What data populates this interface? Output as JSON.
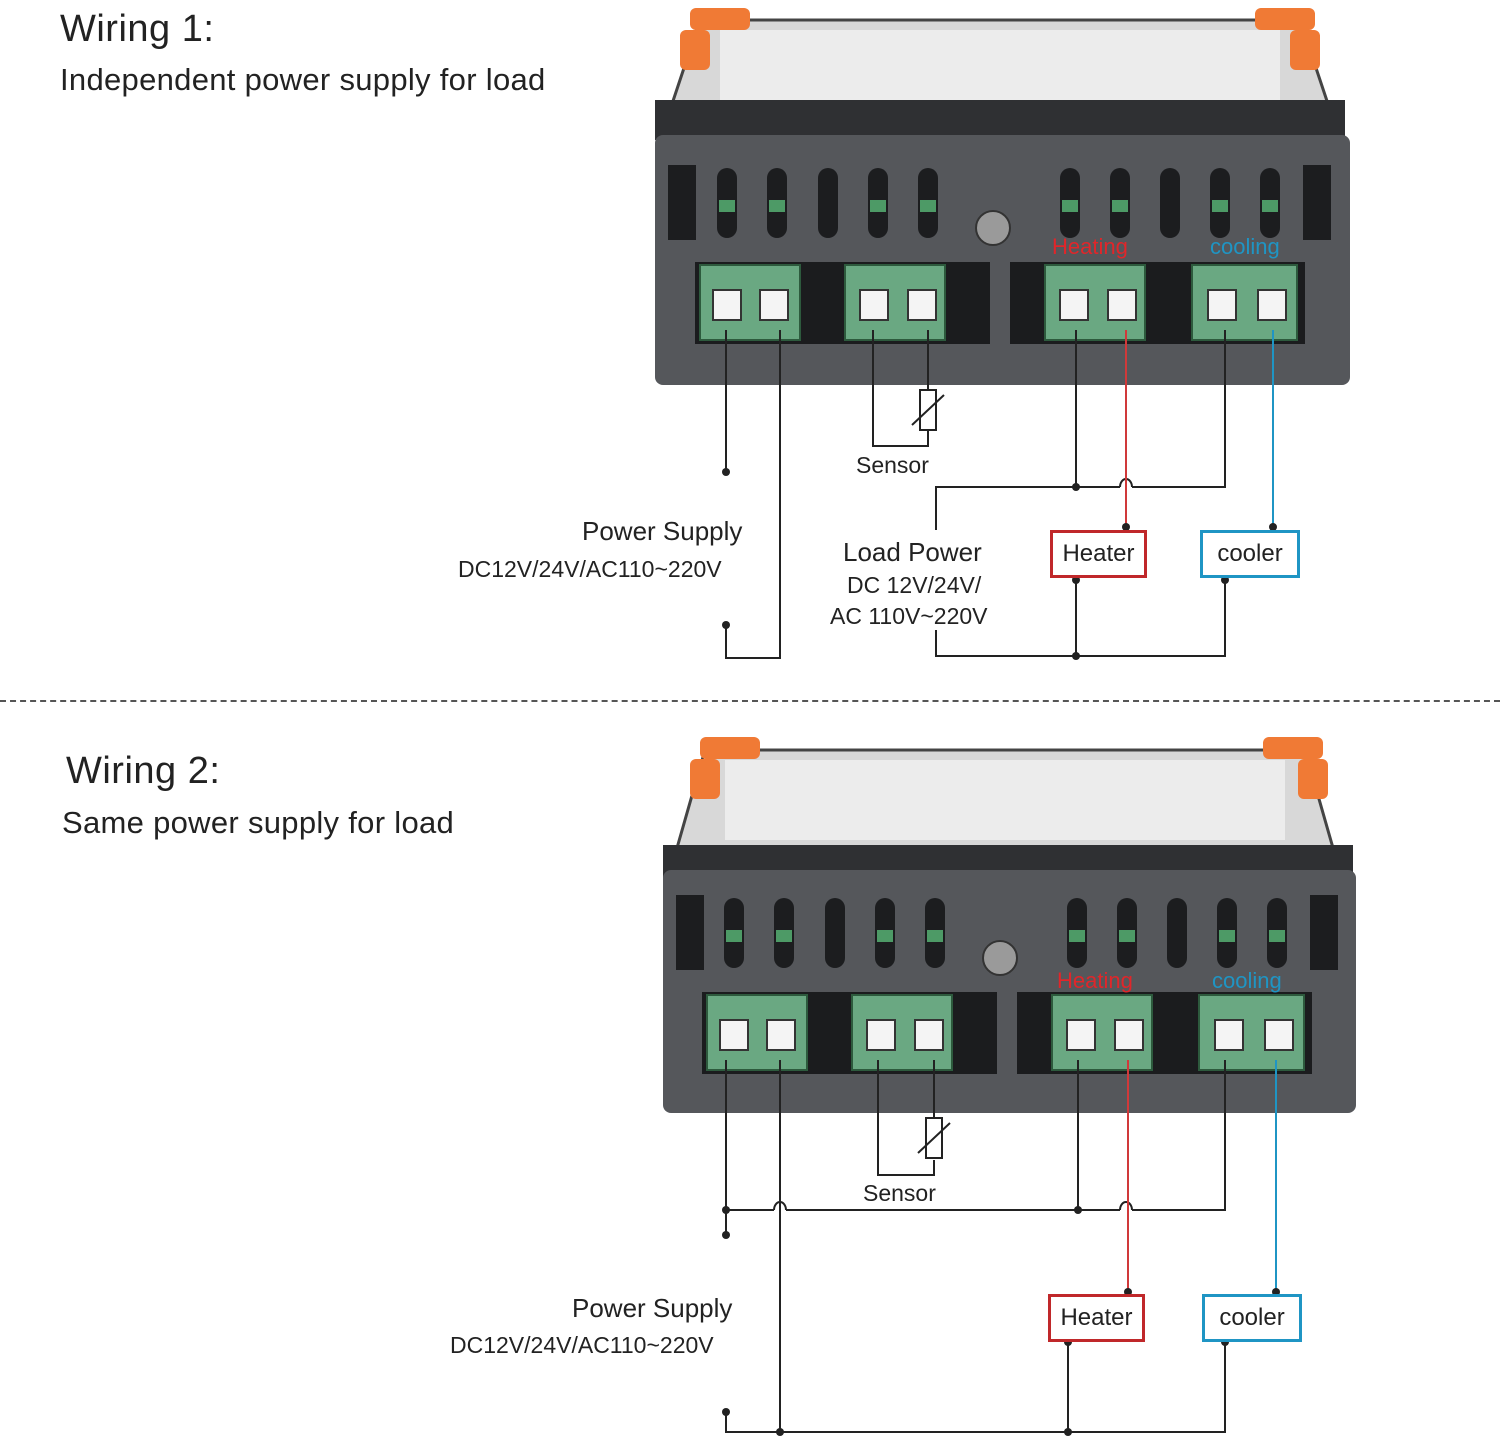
{
  "wiring1": {
    "title": "Wiring 1:",
    "subtitle": "Independent power supply for load",
    "sensor_label": "Sensor",
    "power_supply_label": "Power Supply",
    "power_supply_spec": "DC12V/24V/AC110~220V",
    "load_power_label": "Load Power",
    "load_power_spec_line1": "DC 12V/24V/",
    "load_power_spec_line2": "AC 110V~220V",
    "heater_label": "Heater",
    "cooler_label": "cooler",
    "heating_tag": "Heating",
    "cooling_tag": "cooling"
  },
  "wiring2": {
    "title": "Wiring 2:",
    "subtitle": "Same power supply for load",
    "sensor_label": "Sensor",
    "power_supply_label": "Power Supply",
    "power_supply_spec": "DC12V/24V/AC110~220V",
    "heater_label": "Heater",
    "cooler_label": "cooler",
    "heating_tag": "Heating",
    "cooling_tag": "cooling"
  },
  "colors": {
    "heating": "#e0262a",
    "cooling": "#1f95c4",
    "housing": "#55575b",
    "terminal": "#6aa882",
    "clip": "#f07a35"
  }
}
